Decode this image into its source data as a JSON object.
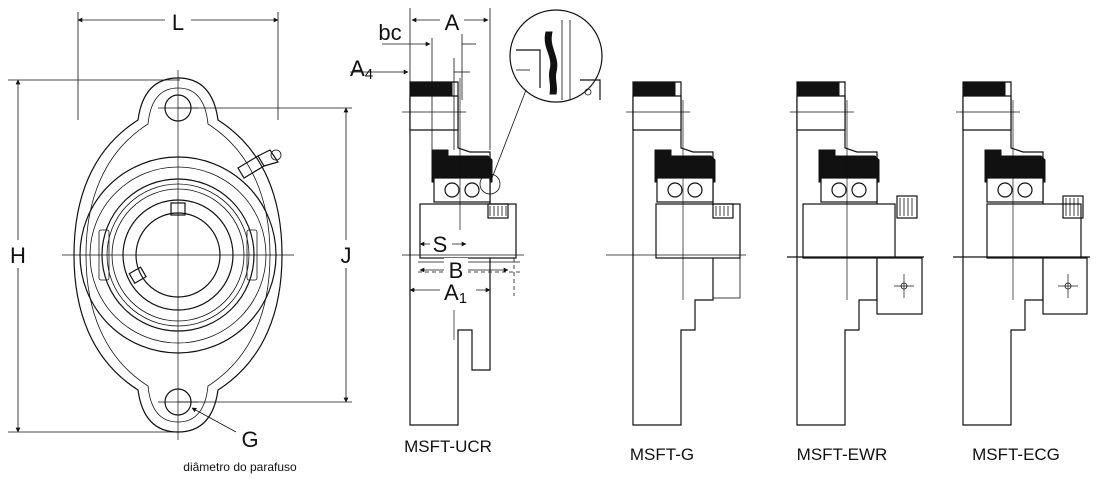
{
  "labels": {
    "L": "L",
    "H": "H",
    "J": "J",
    "G": "G",
    "A": "A",
    "bc": "bc",
    "A4_main": "A",
    "A4_sub": "4",
    "S": "S",
    "B": "B",
    "A1_main": "A",
    "A1_sub": "1"
  },
  "bolt_note": "diâmetro do parafuso",
  "views": [
    {
      "caption": "MSFT-UCR"
    },
    {
      "caption": "MSFT-G"
    },
    {
      "caption": "MSFT-EWR"
    },
    {
      "caption": "MSFT-ECG"
    }
  ]
}
